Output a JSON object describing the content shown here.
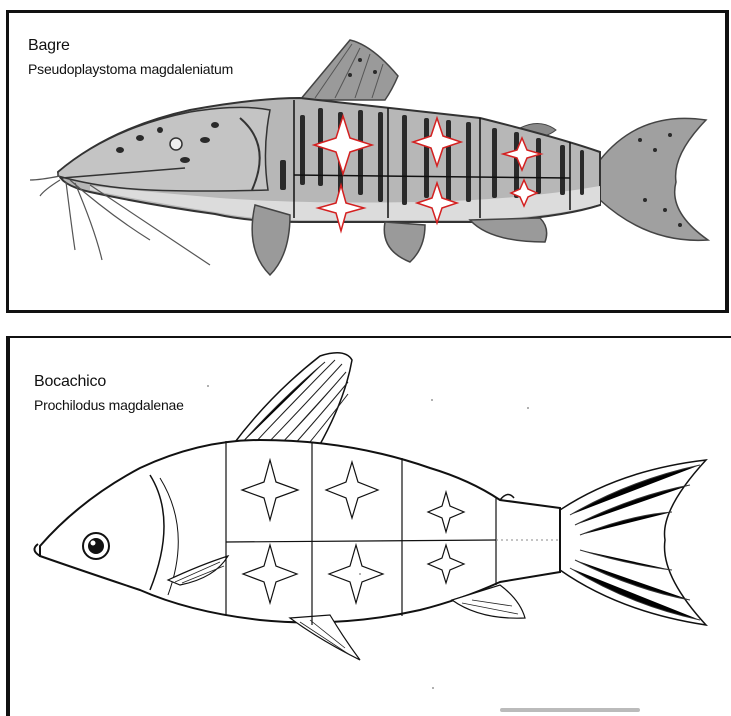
{
  "panels": {
    "top": {
      "common_name": "Bagre",
      "scientific_name": "Pseudoplaystoma magdaleniatum",
      "marker_color": "#d42020"
    },
    "bottom": {
      "common_name": "Bocachico",
      "scientific_name": "Prochilodus magdalenae",
      "marker_color": "#111111"
    }
  }
}
